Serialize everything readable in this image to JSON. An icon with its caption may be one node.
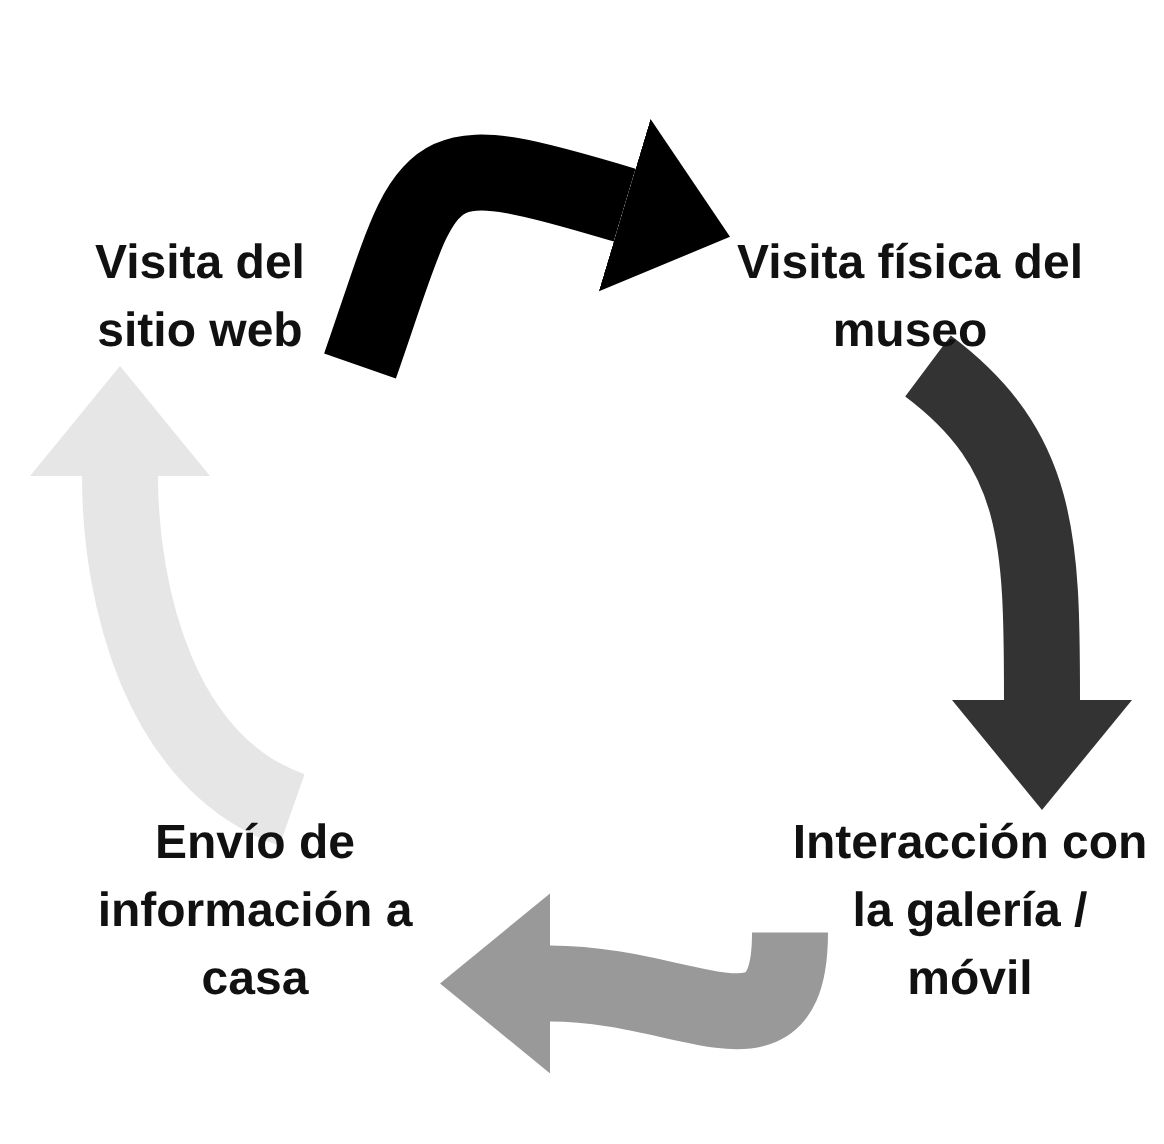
{
  "diagram": {
    "nodes": [
      {
        "text": [
          "Visita del sitio web"
        ]
      },
      {
        "text": [
          "Visita física del museo"
        ]
      },
      {
        "text": [
          "Interacción con la galería / móvil"
        ]
      },
      {
        "text": [
          "Envío de información a casa"
        ]
      }
    ],
    "edges": [
      {
        "from": 0,
        "to": 1,
        "arrow": "to",
        "color": "#000000"
      },
      {
        "from": 1,
        "to": 2,
        "arrow": "to",
        "color": "#333333"
      },
      {
        "from": 2,
        "to": 3,
        "arrow": "to",
        "color": "#999999"
      },
      {
        "from": 3,
        "to": 0,
        "arrow": "to",
        "color": "#e6e6e6"
      }
    ]
  }
}
